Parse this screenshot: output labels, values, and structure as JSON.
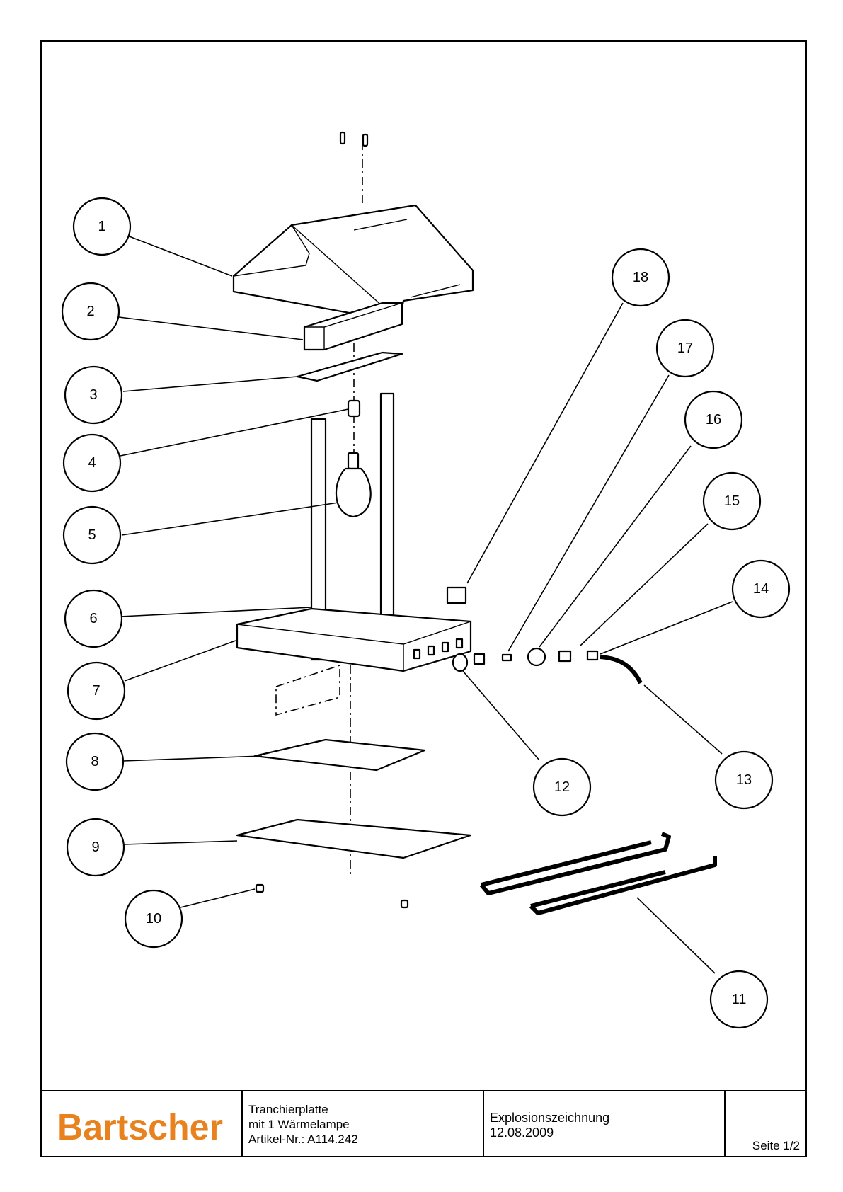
{
  "callouts": [
    {
      "number": "1"
    },
    {
      "number": "2"
    },
    {
      "number": "3"
    },
    {
      "number": "4"
    },
    {
      "number": "5"
    },
    {
      "number": "6"
    },
    {
      "number": "7"
    },
    {
      "number": "8"
    },
    {
      "number": "9"
    },
    {
      "number": "10"
    },
    {
      "number": "11"
    },
    {
      "number": "12"
    },
    {
      "number": "13"
    },
    {
      "number": "14"
    },
    {
      "number": "15"
    },
    {
      "number": "16"
    },
    {
      "number": "17"
    },
    {
      "number": "18"
    }
  ],
  "title_block": {
    "logo_text": "Bartscher",
    "logo_color": "#e8821e",
    "description": [
      "Tranchierplatte",
      "mit 1 Wärmelampe",
      "Artikel-Nr.: A114.242"
    ],
    "drawing_type": "Explosionszeichnung",
    "date": "12.08.2009",
    "page": "Seite 1/2"
  }
}
